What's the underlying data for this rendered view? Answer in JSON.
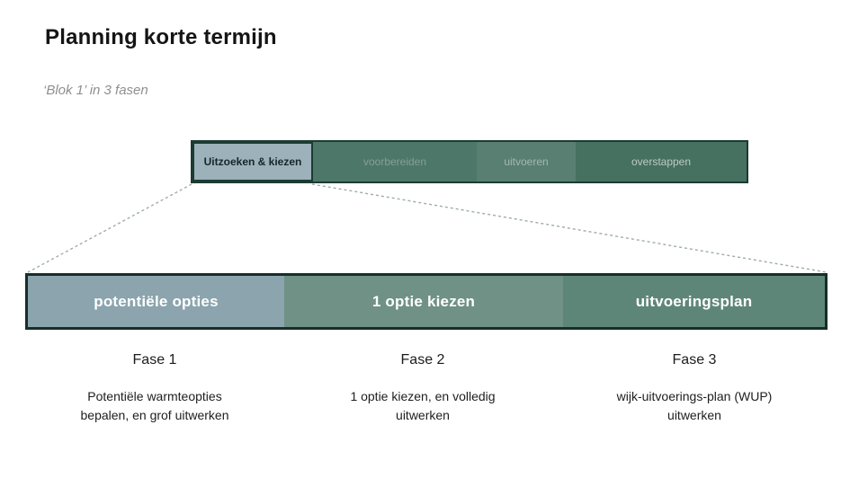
{
  "page": {
    "title": "Planning korte termijn",
    "subtitle": "‘Blok 1’ in 3 fasen"
  },
  "timeline_bar": {
    "segments": [
      {
        "label": "Uitzoeken & kiezen",
        "fill": "#9cb1ba",
        "text_color": "#15262a",
        "highlighted": true
      },
      {
        "label": "voorbereiden",
        "fill": "#4d7769",
        "text_color": "#85a094",
        "highlighted": false
      },
      {
        "label": "uitvoeren",
        "fill": "#587f71",
        "text_color": "#a3b8ae",
        "highlighted": false
      },
      {
        "label": "overstappen",
        "fill": "#46705f",
        "text_color": "#bccbc4",
        "highlighted": false
      }
    ]
  },
  "phase_bar": {
    "segments": [
      {
        "label": "potentiële opties",
        "fill": "#8ba4ad"
      },
      {
        "label": "1 optie kiezen",
        "fill": "#6f9186"
      },
      {
        "label": "uitvoeringsplan",
        "fill": "#5e8678"
      }
    ]
  },
  "phases": [
    {
      "name": "Fase 1",
      "description_line1": "Potentiële warmteopties",
      "description_line2": "bepalen, en grof uitwerken"
    },
    {
      "name": "Fase 2",
      "description_line1": "1 optie kiezen, en volledig",
      "description_line2": "uitwerken"
    },
    {
      "name": "Fase 3",
      "description_line1": "wijk-uitvoerings-plan (WUP)",
      "description_line2": "uitwerken"
    }
  ],
  "colors": {
    "border_dark": "#1c3b33",
    "dashed_line": "#9fabab",
    "bar_text": "#ffffff",
    "background": "#ffffff"
  }
}
